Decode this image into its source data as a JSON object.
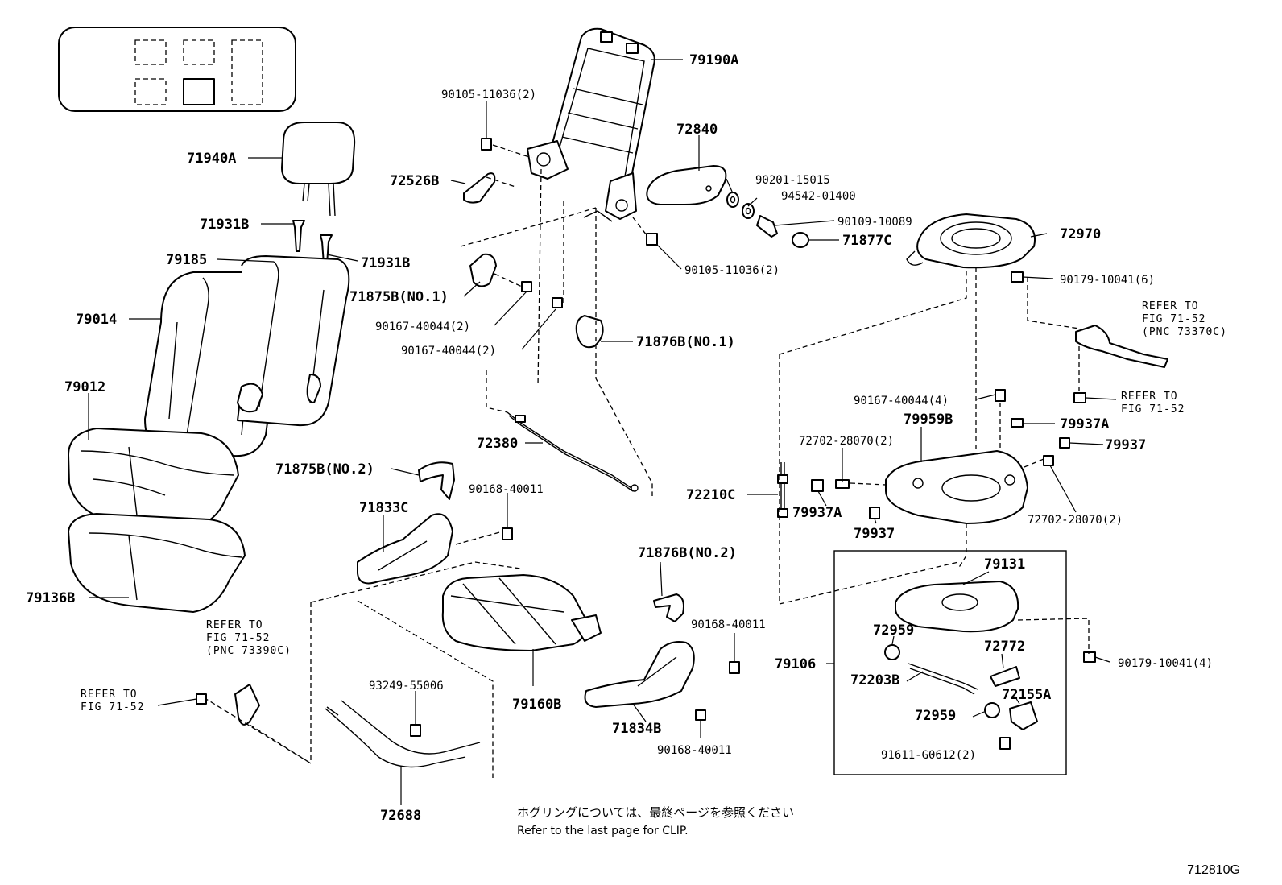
{
  "labels": {
    "p79190A": "79190A",
    "p9010511036_top": "90105-11036(2)",
    "p72840": "72840",
    "p71940A": "71940A",
    "p72526B": "72526B",
    "p9020115015": "90201-15015",
    "p9454201400": "94542-01400",
    "p9010910089": "90109-10089",
    "p71877C": "71877C",
    "p72970": "72970",
    "p71931B_a": "71931B",
    "p71931B_b": "71931B",
    "p79185": "79185",
    "p9010511036_mid": "90105-11036(2)",
    "p9017910041_6": "90179-10041(6)",
    "p71875B_no1": "71875B(NO.1)",
    "p79014": "79014",
    "p9016740044_a": "90167-40044(2)",
    "p71876B_no1": "71876B(NO.1)",
    "p9016740044_b": "90167-40044(2)",
    "p79012": "79012",
    "p9016740044_4": "90167-40044(4)",
    "p79959B": "79959B",
    "p79937A_a": "79937A",
    "p7270228070_a": "72702-28070(2)",
    "p79937_a": "79937",
    "p72380": "72380",
    "p71875B_no2": "71875B(NO.2)",
    "p9016840011_a": "90168-40011",
    "p72210C": "72210C",
    "p79937A_b": "79937A",
    "p7270228070_b": "72702-28070(2)",
    "p71833C": "71833C",
    "p79937_b": "79937",
    "p71876B_no2": "71876B(NO.2)",
    "p79131": "79131",
    "p79136B": "79136B",
    "p72959_a": "72959",
    "p9016840011_b": "90168-40011",
    "p79106": "79106",
    "p72772": "72772",
    "p9017910041_4": "90179-10041(4)",
    "p72203B": "72203B",
    "p9324955006": "93249-55006",
    "p72155A": "72155A",
    "p79160B": "79160B",
    "p72959_b": "72959",
    "p71834B": "71834B",
    "p91611G0612": "91611-G0612(2)",
    "p9016840011_c": "90168-40011",
    "p72688": "72688"
  },
  "refs": {
    "r1_l1": "REFER TO",
    "r1_l2": "FIG 71-52",
    "r1_l3": "(PNC 73370C)",
    "r2_l1": "REFER TO",
    "r2_l2": "FIG 71-52",
    "r3_l1": "REFER TO",
    "r3_l2": "FIG 71-52",
    "r3_l3": "(PNC 73390C)",
    "r4_l1": "REFER TO",
    "r4_l2": "FIG 71-52"
  },
  "notes": {
    "japanese": "ホグリングについては、最終ページを参照ください",
    "english": "Refer to the last page for CLIP."
  },
  "figure_id": "712810G"
}
